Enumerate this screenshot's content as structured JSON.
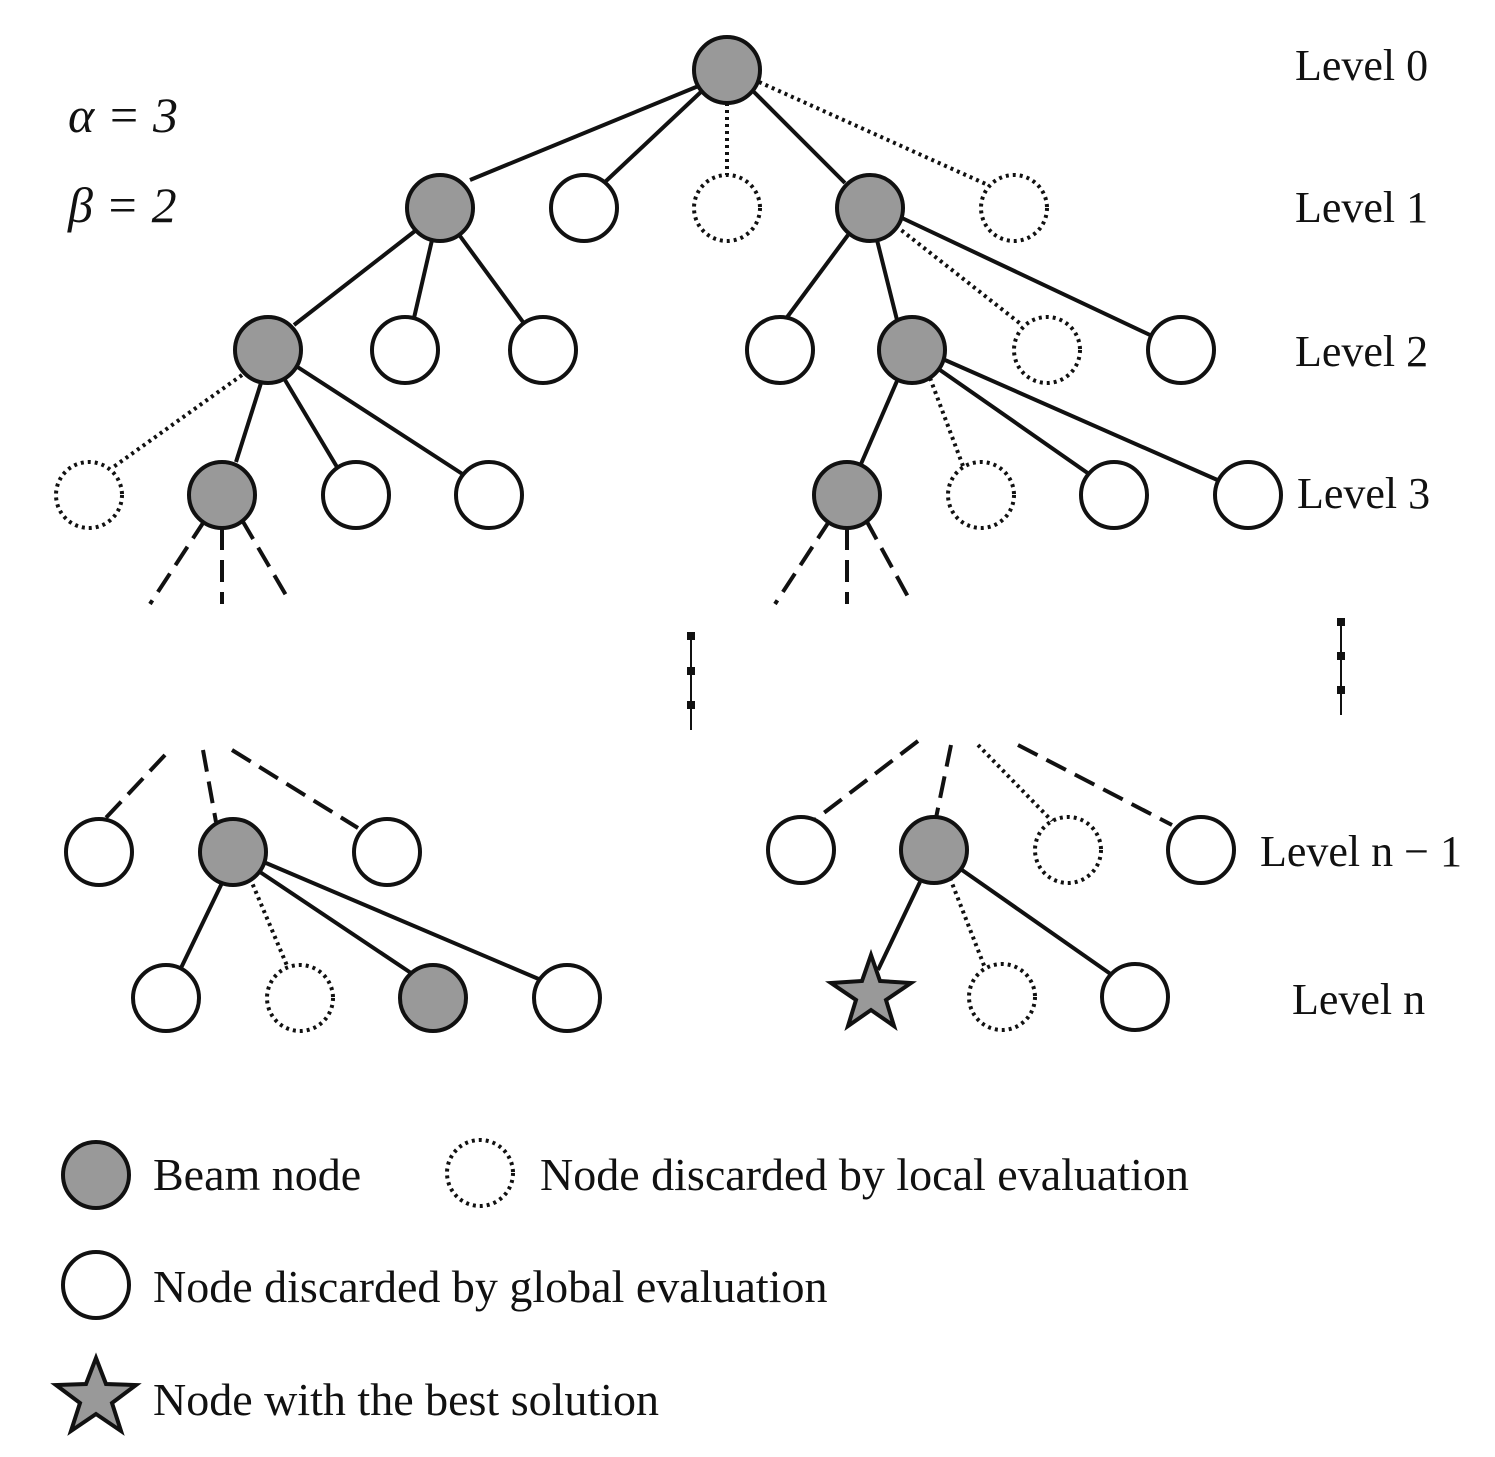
{
  "parameters": {
    "alpha": "α = 3",
    "beta": "β = 2"
  },
  "levels": {
    "level_0": "Level 0",
    "level_1": "Level 1",
    "level_2": "Level 2",
    "level_3": "Level 3",
    "level_n_minus_1": "Level n − 1",
    "level_n": "Level n"
  },
  "legend": {
    "beam_node": "Beam node",
    "local_discard": "Node discarded by local evaluation",
    "global_discard": "Node discarded by global evaluation",
    "best_solution": "Node with the best solution"
  },
  "colors": {
    "beam_fill": "#999999",
    "stroke": "#111111",
    "background": "#ffffff"
  }
}
